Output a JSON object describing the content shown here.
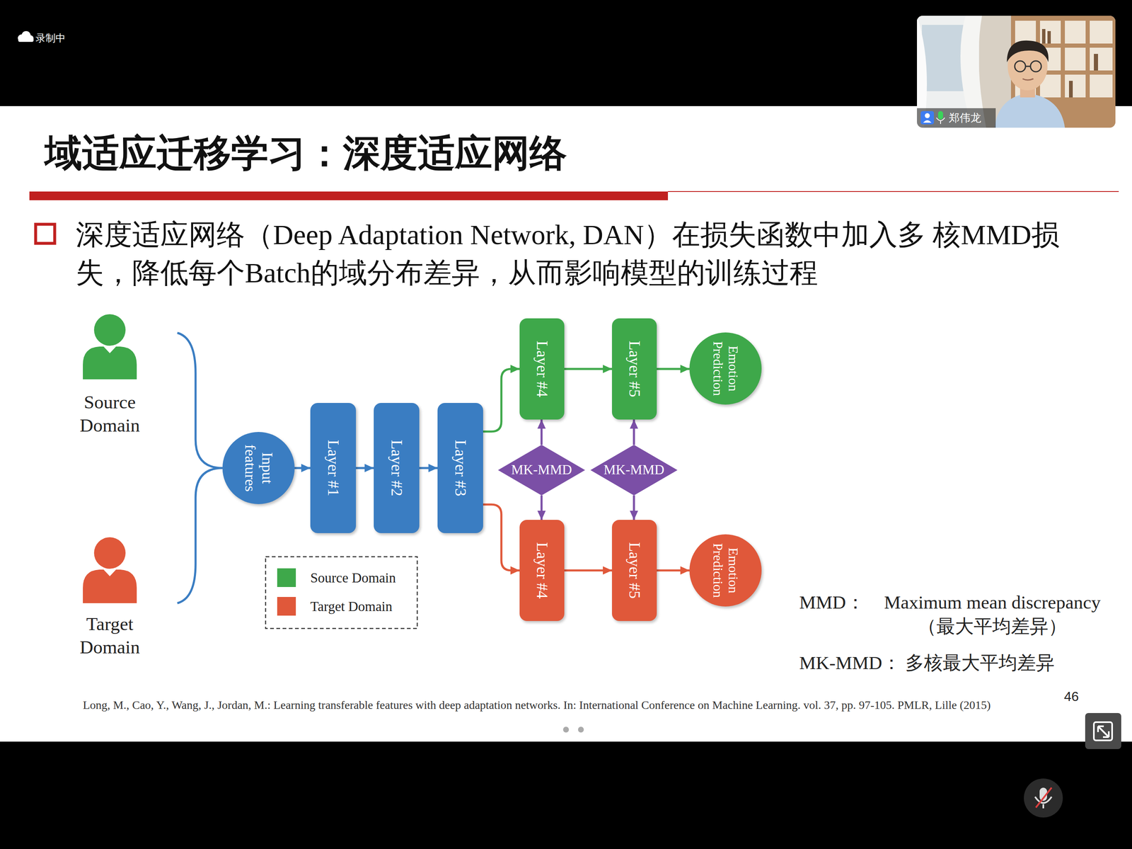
{
  "diagram": {
    "title": "域适应迁移学习：深度适应网络",
    "nodes": [
      {
        "text": [
          "Input features"
        ]
      },
      {
        "text": [
          "Layer #1"
        ]
      },
      {
        "text": [
          "Layer #2"
        ]
      },
      {
        "text": [
          "Layer #3"
        ]
      },
      {
        "text": [
          "Layer #4"
        ]
      },
      {
        "text": [
          "Layer #5"
        ]
      },
      {
        "text": [
          "Emotion Prediction"
        ]
      },
      {
        "text": [
          "MK-MMD"
        ]
      },
      {
        "text": [
          "MK-MMD"
        ]
      },
      {
        "text": [
          "Layer #4"
        ]
      },
      {
        "text": [
          "Layer #5"
        ]
      },
      {
        "text": [
          "Emotion Prediction"
        ]
      }
    ],
    "edges": [
      {
        "from": 0,
        "to": 1,
        "arrow": "to"
      },
      {
        "from": 1,
        "to": 2,
        "arrow": "to"
      },
      {
        "from": 2,
        "to": 3,
        "arrow": "to"
      },
      {
        "from": 3,
        "to": 4,
        "arrow": "to"
      },
      {
        "from": 4,
        "to": 5,
        "arrow": "to"
      },
      {
        "from": 5,
        "to": 6,
        "arrow": "to"
      },
      {
        "from": 3,
        "to": 9,
        "arrow": "to"
      },
      {
        "from": 9,
        "to": 10,
        "arrow": "to"
      },
      {
        "from": 10,
        "to": 11,
        "arrow": "to"
      },
      {
        "from": 7,
        "to": 4,
        "arrow": "to"
      },
      {
        "from": 7,
        "to": 9,
        "arrow": "to"
      },
      {
        "from": 8,
        "to": 5,
        "arrow": "to"
      },
      {
        "from": 8,
        "to": 10,
        "arrow": "to"
      }
    ],
    "labels": [
      "录制中",
      "郑伟龙",
      "深度适应网络（Deep Adaptation Network, DAN）在损失函数中加入多 核MMD损失，降低每个Batch的域分布差异，从而影响模型的训练过程",
      "Source Domain",
      "Target Domain",
      "MMD：",
      "Maximum mean discrepancy （最大平均差异）",
      "MK-MMD： 多核最大平均差异",
      "Long, M., Cao, Y., Wang, J., Jordan, M.: Learning transferable features with deep adaptation networks. In: International Conference on Machine Learning. vol. 37, pp. 97-105. PMLR, Lille (2015)",
      "46"
    ],
    "legend": [
      {
        "text": "Source Domain",
        "color": "#3ea84a"
      },
      {
        "text": "Target Domain",
        "color": "#e0583a"
      }
    ]
  }
}
